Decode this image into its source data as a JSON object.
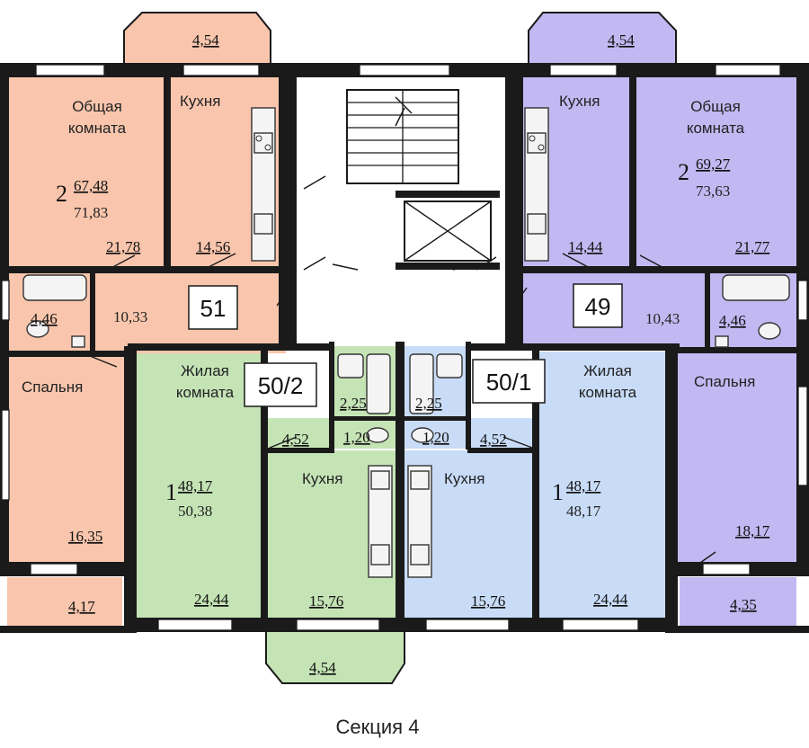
{
  "caption": "Секция 4",
  "colors": {
    "apt51": "#f9c6ad",
    "apt49": "#c2b9f2",
    "apt50_2": "#c5e4b6",
    "apt50_1": "#c8dcf7",
    "core": "#ffffff",
    "wall": "#1a1a1a"
  },
  "apt51": {
    "tag": "51",
    "rooms_digit": "2",
    "living_area": "67,48",
    "total_area": "71,83",
    "living_room": {
      "label_1": "Общая",
      "label_2": "комната",
      "area": "21,78"
    },
    "kitchen": {
      "label": "Кухня",
      "area": "14,56"
    },
    "balcony_top": {
      "area": "4,54"
    },
    "hall": {
      "area": "10,33"
    },
    "bath": {
      "area": "4,46"
    },
    "bedroom": {
      "label": "Спальня",
      "area": "16,35"
    },
    "balcony_bottom": {
      "area": "4,17"
    }
  },
  "apt49": {
    "tag": "49",
    "rooms_digit": "2",
    "living_area": "69,27",
    "total_area": "73,63",
    "living_room": {
      "label_1": "Общая",
      "label_2": "комната",
      "area": "21,77"
    },
    "kitchen": {
      "label": "Кухня",
      "area": "14,44"
    },
    "balcony_top": {
      "area": "4,54"
    },
    "hall": {
      "area": "10,43"
    },
    "bath": {
      "area": "4,46"
    },
    "bedroom": {
      "label": "Спальня",
      "area": "18,17"
    },
    "balcony_bottom": {
      "area": "4,35"
    }
  },
  "apt50_2": {
    "tag": "50/2",
    "rooms_digit": "1",
    "living_area": "48,17",
    "total_area": "50,38",
    "room": {
      "label_1": "Жилая",
      "label_2": "комната",
      "area": "24,44"
    },
    "bath": {
      "area": "2,25"
    },
    "wc": {
      "area": "1,20"
    },
    "hall": {
      "area": "4,52"
    },
    "kitchen": {
      "label": "Кухня",
      "area": "15,76"
    },
    "balcony": {
      "area": "4,54"
    }
  },
  "apt50_1": {
    "tag": "50/1",
    "rooms_digit": "1",
    "living_area": "48,17",
    "total_area": "48,17",
    "room": {
      "label_1": "Жилая",
      "label_2": "комната",
      "area": "24,44"
    },
    "bath": {
      "area": "2,25"
    },
    "wc": {
      "area": "1,20"
    },
    "hall": {
      "area": "4,52"
    },
    "kitchen": {
      "label": "Кухня",
      "area": "15,76"
    }
  }
}
